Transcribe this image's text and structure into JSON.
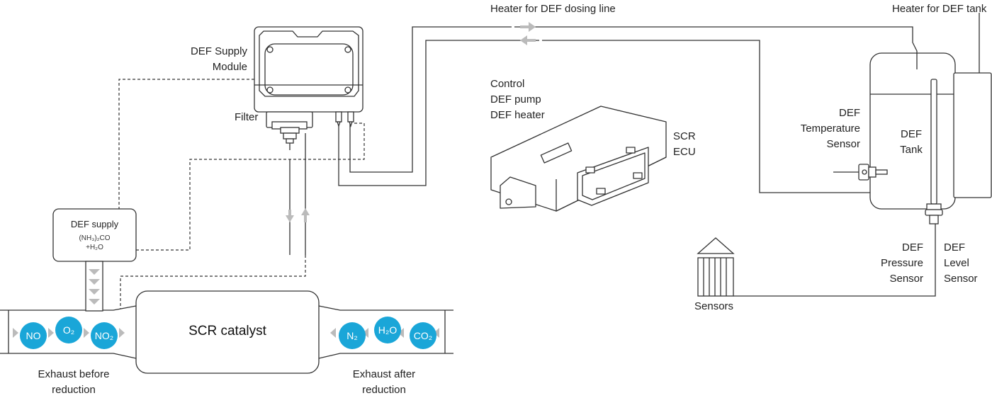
{
  "labels": {
    "heater_dosing_line": "Heater for DEF dosing line",
    "heater_tank": "Heater for DEF tank",
    "supply_module": [
      "DEF Supply",
      "Module"
    ],
    "filter": "Filter",
    "control": [
      "Control",
      "DEF pump",
      "DEF heater"
    ],
    "scr_ecu": [
      "SCR",
      "ECU"
    ],
    "def_temp_sensor": [
      "DEF",
      "Temperature",
      "Sensor"
    ],
    "def_tank": [
      "DEF",
      "Tank"
    ],
    "def_supply_title": "DEF supply",
    "def_supply_formula": [
      "(NH₃)₂CO",
      "+H₂O"
    ],
    "scr_catalyst": "SCR catalyst",
    "exhaust_before": [
      "Exhaust before",
      "reduction"
    ],
    "exhaust_after": [
      "Exhaust after",
      "reduction"
    ],
    "sensors": "Sensors",
    "pressure_sensor": [
      "DEF",
      "Pressure",
      "Sensor"
    ],
    "level_sensor": [
      "DEF",
      "Level",
      "Sensor"
    ]
  },
  "molecules_before": [
    "NO",
    "O₂",
    "NO₂"
  ],
  "molecules_after": [
    "N₂",
    "H₂O",
    "CO₂"
  ],
  "colors": {
    "molecule": "#1aa6d8",
    "line": "#333333",
    "flow_arrow": "#bbbbbb"
  },
  "icons": [
    "arrow-right-icon",
    "arrow-left-icon",
    "arrow-up-icon",
    "arrow-down-icon",
    "flow-chevron-icon"
  ]
}
